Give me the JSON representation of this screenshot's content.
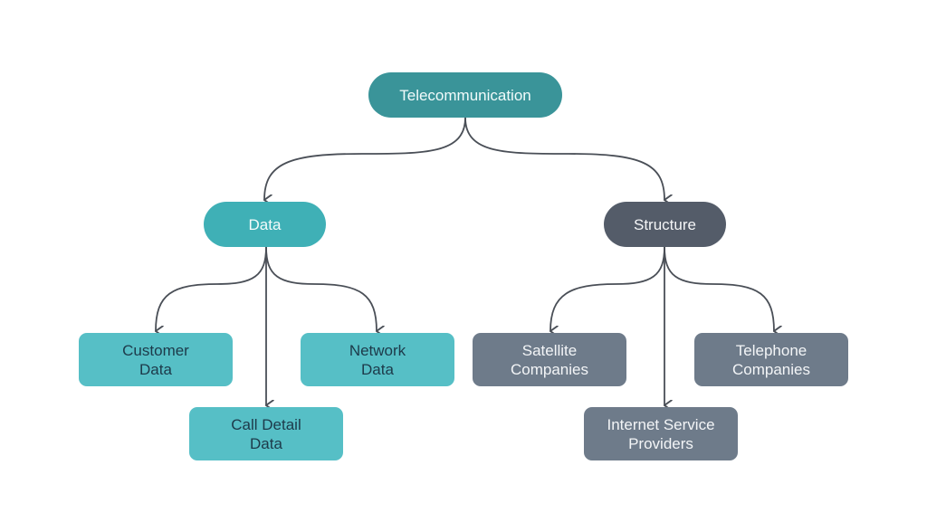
{
  "diagram": {
    "type": "tree",
    "root": {
      "id": "telecom",
      "label": "Telecommunication",
      "color": "#3a9499"
    },
    "branches": [
      {
        "id": "data",
        "label": "Data",
        "color": "#3fb0b6",
        "children": [
          {
            "id": "customer",
            "label": "Customer\nData",
            "color": "#56bfc6"
          },
          {
            "id": "call",
            "label": "Call Detail\nData",
            "color": "#56bfc6"
          },
          {
            "id": "network",
            "label": "Network\nData",
            "color": "#56bfc6"
          }
        ]
      },
      {
        "id": "structure",
        "label": "Structure",
        "color": "#545c69",
        "children": [
          {
            "id": "satellite",
            "label": "Satellite\nCompanies",
            "color": "#6e7b8a"
          },
          {
            "id": "isp",
            "label": "Internet Service\nProviders",
            "color": "#6e7b8a"
          },
          {
            "id": "telephone",
            "label": "Telephone\nCompanies",
            "color": "#6e7b8a"
          }
        ]
      }
    ],
    "edges": [
      [
        "telecom",
        "data"
      ],
      [
        "telecom",
        "structure"
      ],
      [
        "data",
        "customer"
      ],
      [
        "data",
        "call"
      ],
      [
        "data",
        "network"
      ],
      [
        "structure",
        "satellite"
      ],
      [
        "structure",
        "isp"
      ],
      [
        "structure",
        "telephone"
      ]
    ],
    "edge_color": "#4a4f57"
  }
}
